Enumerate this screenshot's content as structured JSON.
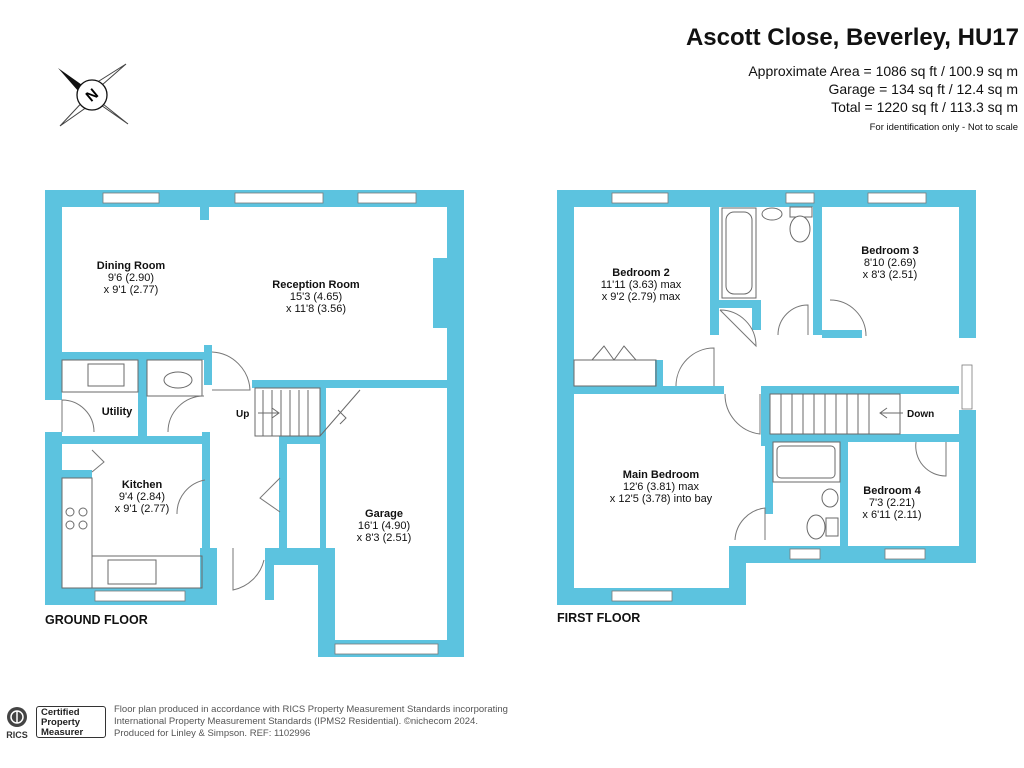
{
  "header": {
    "title": "Ascott Close, Beverley, HU17",
    "approx_area": "Approximate Area = 1086 sq ft / 100.9 sq m",
    "garage_area": "Garage = 134 sq ft / 12.4 sq m",
    "total_area": "Total = 1220 sq ft / 113.3 sq m",
    "note": "For identification only - Not to scale"
  },
  "compass": {
    "letter": "N",
    "icon": "compass-icon"
  },
  "ground_floor": {
    "label": "GROUND FLOOR",
    "dining": {
      "name": "Dining Room",
      "dim1": "9'6 (2.90)",
      "dim2": "x 9'1 (2.77)"
    },
    "reception": {
      "name": "Reception Room",
      "dim1": "15'3 (4.65)",
      "dim2": "x 11'8 (3.56)"
    },
    "utility": {
      "name": "Utility"
    },
    "kitchen": {
      "name": "Kitchen",
      "dim1": "9'4 (2.84)",
      "dim2": "x 9'1 (2.77)"
    },
    "garage": {
      "name": "Garage",
      "dim1": "16'1 (4.90)",
      "dim2": "x 8'3 (2.51)"
    },
    "stairs_label": "Up"
  },
  "first_floor": {
    "label": "FIRST FLOOR",
    "bedroom2": {
      "name": "Bedroom 2",
      "dim1": "11'11 (3.63) max",
      "dim2": "x 9'2 (2.79) max"
    },
    "bedroom3": {
      "name": "Bedroom 3",
      "dim1": "8'10 (2.69)",
      "dim2": "x 8'3 (2.51)"
    },
    "main_bedroom": {
      "name": "Main Bedroom",
      "dim1": "12'6 (3.81) max",
      "dim2": "x 12'5 (3.78) into bay"
    },
    "bedroom4": {
      "name": "Bedroom 4",
      "dim1": "7'3 (2.21)",
      "dim2": "x 6'11 (2.11)"
    },
    "stairs_label": "Down"
  },
  "footer": {
    "rics_logo_text": "RICS",
    "badge_line1": "Certified",
    "badge_line2": "Property",
    "badge_line3": "Measurer",
    "line1": "Floor plan produced in accordance with RICS Property Measurement Standards incorporating",
    "line2": "International Property Measurement Standards (IPMS2 Residential).  ©nichecom 2024.",
    "line3": "Produced for Linley & Simpson.   REF: 1102996"
  },
  "colors": {
    "wall": "#5cc3df",
    "text": "#111111"
  }
}
